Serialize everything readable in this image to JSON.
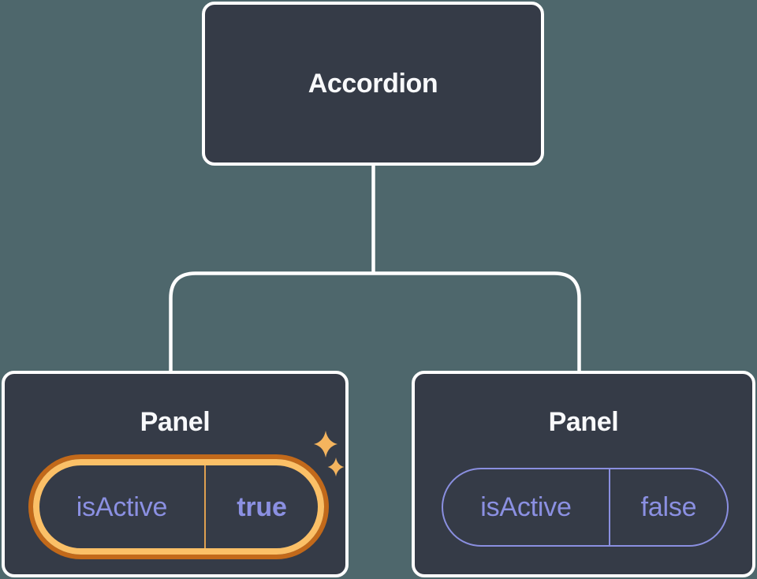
{
  "colors": {
    "background": "#4e676c",
    "node-fill": "#353b47",
    "node-border": "#ffffff",
    "connector": "#ffffff",
    "title-text": "#f8f9fb",
    "state-text": "#8b90e2",
    "pill-border-inactive": "#8a8fe0",
    "highlight-outer": "#c2691a",
    "highlight-inner": "#fbc067",
    "highlight-divider": "#dfa050",
    "sparkle": "#f4b45e"
  },
  "diagram": {
    "type": "component-tree",
    "root": {
      "label": "Accordion"
    },
    "children": [
      {
        "label": "Panel",
        "state": {
          "key": "isActive",
          "value": "true"
        },
        "highlighted": true
      },
      {
        "label": "Panel",
        "state": {
          "key": "isActive",
          "value": "false"
        },
        "highlighted": false
      }
    ]
  }
}
